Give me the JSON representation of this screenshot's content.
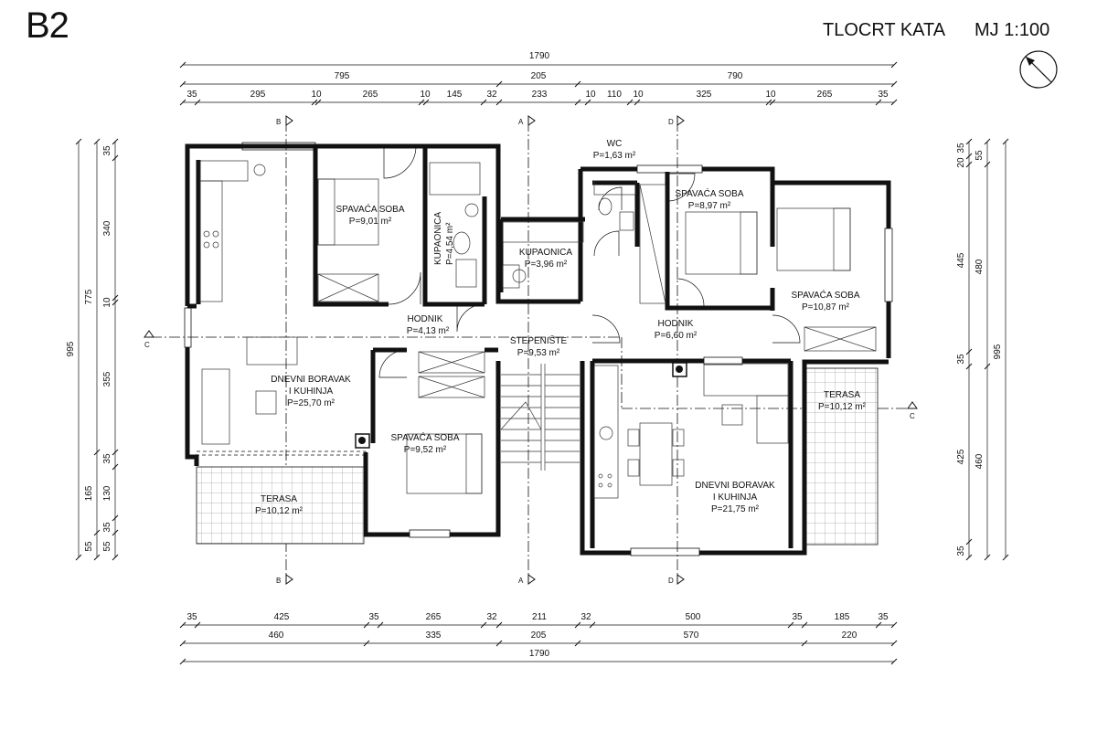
{
  "sheet": {
    "label": "B2",
    "title": "TLOCRT KATA",
    "scale": "MJ 1:100"
  },
  "rooms": {
    "spavaca_1": {
      "name": "SPAVAĆA SOBA",
      "area": "P=9,01 m²"
    },
    "kupaonica_1": {
      "name": "KUPAONICA",
      "area": "P=4,54 m²"
    },
    "dnevni_1": {
      "name": "DNEVNI BORAVAK",
      "name2": "I KUHINJA",
      "area": "P=25,70 m²"
    },
    "hodnik_1": {
      "name": "HODNIK",
      "area": "P=4,13 m²"
    },
    "spavaca_2": {
      "name": "SPAVAĆA SOBA",
      "area": "P=9,52 m²"
    },
    "terasa_1": {
      "name": "TERASA",
      "area": "P=10,12 m²"
    },
    "kupaonica_2": {
      "name": "KUPAONICA",
      "area": "P=3,96 m²"
    },
    "stepeniste": {
      "name": "STEPENIŠTE",
      "area": "P=9,53 m²"
    },
    "wc": {
      "name": "WC",
      "area": "P=1,63 m²"
    },
    "spavaca_3": {
      "name": "SPAVAĆA SOBA",
      "area": "P=8,97 m²"
    },
    "spavaca_4": {
      "name": "SPAVAĆA SOBA",
      "area": "P=10,87 m²"
    },
    "hodnik_2": {
      "name": "HODNIK",
      "area": "P=6,60 m²"
    },
    "terasa_2": {
      "name": "TERASA",
      "area": "P=10,12 m²"
    },
    "dnevni_2": {
      "name": "DNEVNI BORAVAK",
      "name2": "I KUHINJA",
      "area": "P=21,75 m²"
    }
  },
  "dims": {
    "top_total": "1790",
    "top_mid": [
      "795",
      "205",
      "790"
    ],
    "top_detail": [
      "35",
      "295",
      "10",
      "265",
      "10",
      "145",
      "32",
      "233",
      "10",
      "110",
      "10",
      "325",
      "10",
      "265",
      "35"
    ],
    "bottom_detail": [
      "35",
      "425",
      "35",
      "265",
      "32",
      "211",
      "32",
      "500",
      "35",
      "185",
      "35"
    ],
    "bottom_mid": [
      "460",
      "335",
      "205",
      "570",
      "220"
    ],
    "bottom_total": "1790",
    "left_detail": [
      "35",
      "340",
      "10",
      "355",
      "35",
      "130",
      "35",
      "55"
    ],
    "left_mid": [
      "775",
      "165",
      "55"
    ],
    "left_total": "995",
    "right_detail": [
      "35",
      "20",
      "445",
      "35",
      "425",
      "35"
    ],
    "right_mid": [
      "55",
      "480",
      "460"
    ],
    "right_total": "995"
  },
  "sections": {
    "a": "A",
    "b": "B",
    "c": "C",
    "d": "D"
  }
}
